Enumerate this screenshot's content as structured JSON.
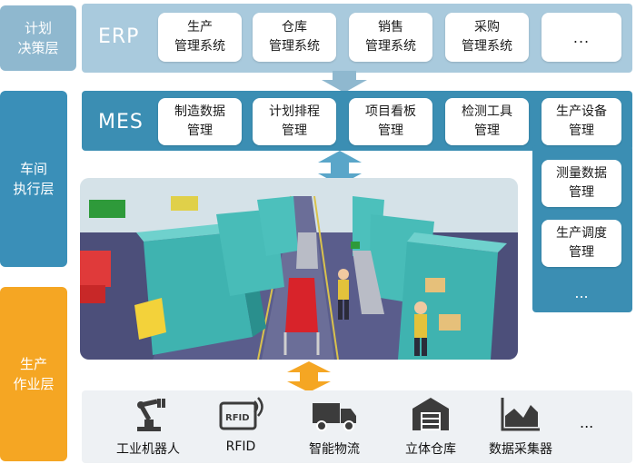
{
  "layers": {
    "plan": "计划\n决策层",
    "exec": "车间\n执行层",
    "prod": "生产\n作业层"
  },
  "erp": {
    "title": "ERP",
    "modules": [
      "生产\n管理系统",
      "仓库\n管理系统",
      "销售\n管理系统",
      "采购\n管理系统",
      "..."
    ]
  },
  "mes": {
    "title": "MES",
    "modules": [
      "制造数据\n管理",
      "计划排程\n管理",
      "项目看板\n管理",
      "检测工具\n管理",
      "生产设备\n管理"
    ],
    "side_modules": [
      "测量数据\n管理",
      "生产调度\n管理",
      "..."
    ]
  },
  "devices": [
    {
      "label": "工业机器人",
      "icon": "robot-arm-icon"
    },
    {
      "label": "RFID",
      "icon": "rfid-icon"
    },
    {
      "label": "智能物流",
      "icon": "truck-icon"
    },
    {
      "label": "立体仓库",
      "icon": "warehouse-icon"
    },
    {
      "label": "数据采集器",
      "icon": "chart-icon"
    },
    {
      "label": "...",
      "icon": ""
    }
  ],
  "colors": {
    "plan_layer": "#8fb8cf",
    "exec_layer": "#3a8fb8",
    "prod_layer": "#f5a623",
    "erp_band": "#a9cadd",
    "mes_band": "#3b8eb3",
    "arrow_blue": "#8fb8cf",
    "arrow_orange": "#f5a623"
  }
}
